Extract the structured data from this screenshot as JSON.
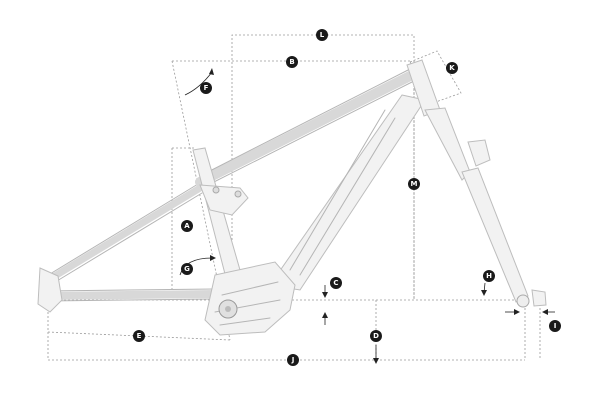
{
  "markers": [
    {
      "id": "A",
      "label": "A"
    },
    {
      "id": "B",
      "label": "B"
    },
    {
      "id": "C",
      "label": "C"
    },
    {
      "id": "D",
      "label": "D"
    },
    {
      "id": "E",
      "label": "E"
    },
    {
      "id": "F",
      "label": "F"
    },
    {
      "id": "G",
      "label": "G"
    },
    {
      "id": "H",
      "label": "H"
    },
    {
      "id": "I",
      "label": "I"
    },
    {
      "id": "J",
      "label": "J"
    },
    {
      "id": "K",
      "label": "K"
    },
    {
      "id": "L",
      "label": "L"
    },
    {
      "id": "M",
      "label": "M"
    }
  ],
  "colors": {
    "frame": "#e4e4e4",
    "frame_edge": "#b5b5b5",
    "marker": "#1a1a1a",
    "dimension_line": "#9a9a9a"
  }
}
